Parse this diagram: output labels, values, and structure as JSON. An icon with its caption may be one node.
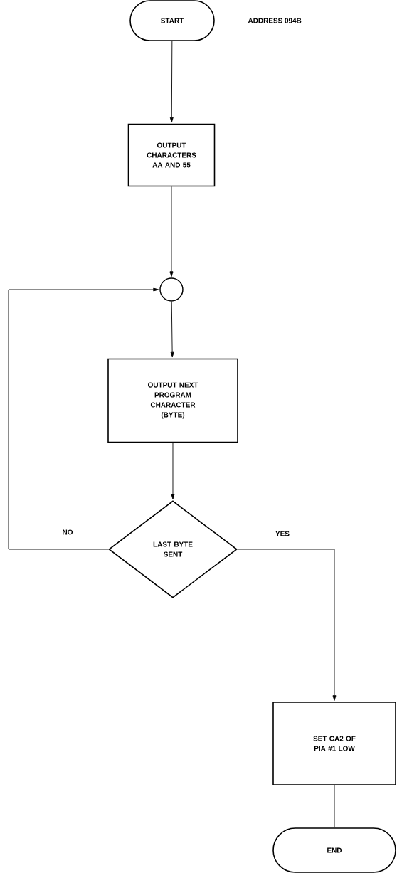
{
  "diagram": {
    "labels": [
      "ADDRESS 094B"
    ],
    "nodes": [
      {
        "text": [
          "START"
        ]
      },
      {
        "text": [
          "OUTPUT CHARACTERS AA AND 55"
        ]
      },
      {
        "text": [],
        "shape": "circle"
      },
      {
        "text": [
          "OUTPUT NEXT PROGRAM CHARACTER (BYTE)"
        ]
      },
      {
        "text": [
          "LAST BYTE SENT"
        ]
      },
      {
        "text": [
          "SET CA2 OF PIA #1 LOW"
        ]
      },
      {
        "text": [
          "END"
        ]
      }
    ],
    "edges": [
      {
        "from": 0,
        "to": 1,
        "arrow": "to"
      },
      {
        "from": 1,
        "to": 2,
        "arrow": "to"
      },
      {
        "from": 2,
        "to": 3,
        "arrow": "to"
      },
      {
        "from": 3,
        "to": 4,
        "arrow": "to"
      },
      {
        "from": 4,
        "to": 2,
        "arrow": "to",
        "label": "NO"
      },
      {
        "from": 4,
        "to": 5,
        "arrow": "to",
        "label": "YES"
      },
      {
        "from": 5,
        "to": 6,
        "arrow": "none"
      }
    ]
  }
}
